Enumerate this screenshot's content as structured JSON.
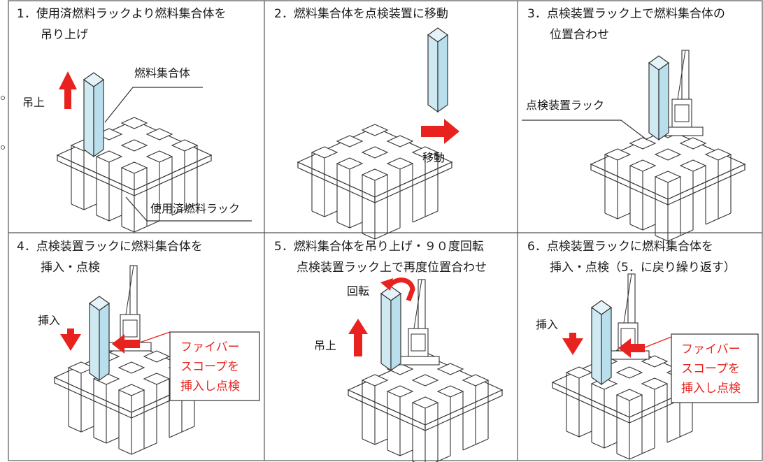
{
  "panels": [
    {
      "title_line1": "1．使用済燃料ラックより燃料集合体を",
      "title_line2": "吊り上げ",
      "labels": {
        "assembly": "燃料集合体",
        "lift": "吊上",
        "rack": "使用済燃料ラック"
      }
    },
    {
      "title_line1": "2．燃料集合体を点検装置に移動",
      "title_line2": "",
      "labels": {
        "move": "移動"
      }
    },
    {
      "title_line1": "3．点検装置ラック上で燃料集合体の",
      "title_line2": "位置合わせ",
      "labels": {
        "inspection_rack": "点検装置ラック"
      }
    },
    {
      "title_line1": "4．点検装置ラックに燃料集合体を",
      "title_line2": "挿入・点検",
      "labels": {
        "insert": "挿入"
      },
      "callout": [
        "ファイバー",
        "スコープを",
        "挿入し点検"
      ]
    },
    {
      "title_line1": "5．燃料集合体を吊り上げ・９０度回転",
      "title_line2": "点検装置ラック上で再度位置合わせ",
      "labels": {
        "rotate": "回転",
        "lift": "吊上"
      }
    },
    {
      "title_line1": "6．点検装置ラックに燃料集合体を",
      "title_line2": "挿入・点検（5．に戻り繰り返す）",
      "labels": {
        "insert": "挿入"
      },
      "callout": [
        "ファイバー",
        "スコープを",
        "挿入し点検"
      ]
    }
  ],
  "colors": {
    "arrow": "#e8231f",
    "assembly_fill": "#cfe9f2",
    "line": "#333333",
    "grid": "#555555"
  }
}
